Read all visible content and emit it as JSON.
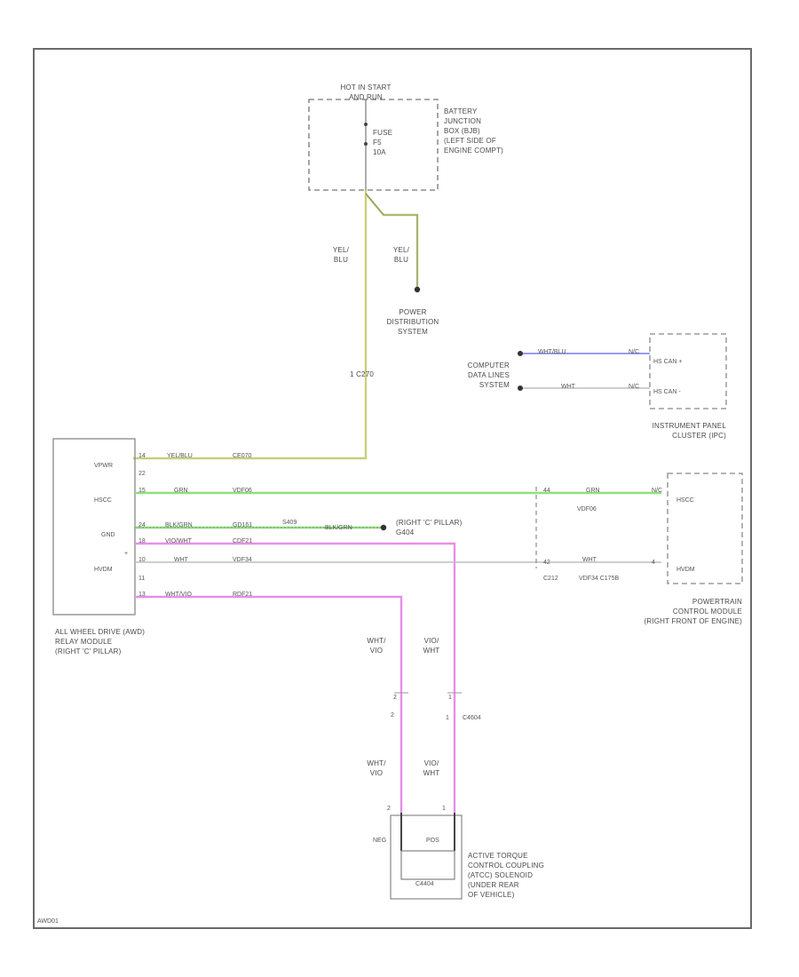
{
  "diagram": {
    "figure_id": "AWD01",
    "power": {
      "hot_label": "HOT IN START\nAND RUN",
      "fuse_label": "FUSE\nF5\n10A",
      "bjb_label": "BATTERY\nJUNCTION\nBOX (BJB)\n(LEFT SIDE OF\nENGINE COMPT)",
      "wire_left_label": "YEL/\nBLU",
      "wire_right_label": "YEL/\nBLU",
      "power_distribution": "POWER\nDISTRIBUTION\nSYSTEM",
      "splice_label": "1 C270"
    },
    "computer_data": {
      "label": "COMPUTER\nDATA LINES\nSYSTEM",
      "wire1_color": "WHT/BLU",
      "wire1_pin": "HS CAN +",
      "wire1_num": "N/C",
      "wire2_color": "WHT",
      "wire2_pin": "HS CAN -",
      "wire2_num": "N/C",
      "ipc_label": "INSTRUMENT PANEL\nCLUSTER (IPC)"
    },
    "awd_module": {
      "pin_labels": [
        "VPWR",
        "HSCC",
        "GND",
        "+",
        "HVDM"
      ],
      "pin_numbers": [
        "14",
        "22",
        "15",
        "24",
        "18",
        "10",
        "11",
        "13"
      ],
      "label": "ALL WHEEL DRIVE (AWD)\nRELAY MODULE\n(RIGHT 'C' PILLAR)"
    },
    "wires": {
      "vpwr_color": "YEL/BLU",
      "vpwr_ckt": "CE070",
      "hscc_color": "GRN",
      "hscc_ckt": "VDF06",
      "gnd_color": "BLK/GRN",
      "gnd_ckt": "GD161",
      "gnd_color2": "BLK/GRN",
      "gnd_point": "(RIGHT 'C' PILLAR)\nG404",
      "gnd_splice": "S409",
      "pos_color": "VIO/WHT",
      "pos_ckt": "CDF21",
      "hvdm_color": "WHT",
      "hvdm_ckt": "VDF34",
      "neg_color": "WHT/VIO",
      "neg_ckt": "RDF21"
    },
    "pcm": {
      "hscc_pin": "HSCC",
      "hvdm_pin": "HVDM",
      "connector": "C212",
      "c212_pin_hscc": "44",
      "c212_pin_hvdm": "42",
      "hscc_color": "GRN",
      "hscc_ckt": "VDF06",
      "hvdm_color": "WHT",
      "hvdm_ckt": "VDF34",
      "hvdm_connector": "VDF34 C175B",
      "pcm_pin_num_hscc": "N/C",
      "pcm_pin_num_hvdm": "4",
      "label": "POWERTRAIN\nCONTROL MODULE\n(RIGHT FRONT OF ENGINE)"
    },
    "coupling": {
      "left_wire_upper": "WHT/\nVIO",
      "right_wire_upper": "VIO/\nWHT",
      "left_wire_lower": "WHT/\nVIO",
      "right_wire_lower": "VIO/\nWHT",
      "connector": "C4604",
      "pin_left_upper": "2",
      "pin_right_upper": "1",
      "pin_left_mid": "2",
      "pin_right_mid": "1",
      "pin_left_low": "2",
      "pin_right_low": "1",
      "neg_label": "NEG",
      "pos_label": "POS",
      "solenoid_box": "C4404",
      "label": "ACTIVE TORQUE\nCONTROL COUPLING\n(ATCC) SOLENOID\n(UNDER REAR\nOF VEHICLE)"
    }
  }
}
